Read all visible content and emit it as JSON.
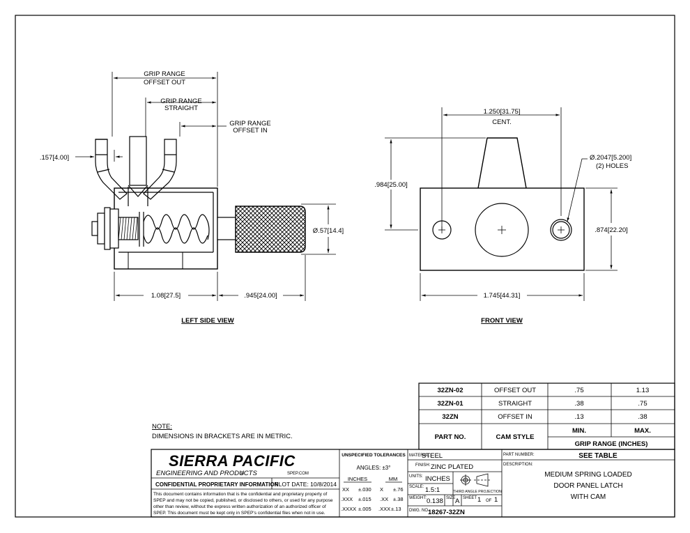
{
  "dimensions": {
    "grip_offset_out": [
      "GRIP RANGE",
      "OFFSET OUT"
    ],
    "grip_straight": [
      "GRIP RANGE",
      "STRAIGHT"
    ],
    "grip_offset_in": [
      "GRIP RANGE",
      "OFFSET IN"
    ],
    "d_157": ".157",
    "d_157_m": "4.00",
    "d_057": "Ø.57",
    "d_057_m": "14.4",
    "d_108": "1.08",
    "d_108_m": "27.5",
    "d_945": ".945",
    "d_945_m": "24.00",
    "d_1250": "1.250",
    "d_1250_m": "31.75",
    "cent": "CENT.",
    "d_984": ".984",
    "d_984_m": "25.00",
    "d_hole": "Ø.2047",
    "d_hole_m": "5.200",
    "holes": "(2) HOLES",
    "d_874": ".874",
    "d_874_m": "22.20",
    "d_1745": "1.745",
    "d_1745_m": "44.31"
  },
  "views": {
    "left": "LEFT SIDE VIEW",
    "front": "FRONT VIEW"
  },
  "note": {
    "title": "NOTE:",
    "text": "DIMENSIONS IN BRACKETS ARE IN METRIC."
  },
  "table": {
    "rows": [
      {
        "part": "32ZN-02",
        "cam": "OFFSET OUT",
        "min": ".75",
        "max": "1.13"
      },
      {
        "part": "32ZN-01",
        "cam": "STRAIGHT",
        "min": ".38",
        "max": ".75"
      },
      {
        "part": "32ZN",
        "cam": "OFFSET IN",
        "min": ".13",
        "max": ".38"
      }
    ],
    "h_part": "PART NO.",
    "h_cam": "CAM STYLE",
    "h_min": "MIN.",
    "h_max": "MAX.",
    "h_grip": "GRIP RANGE (INCHES)"
  },
  "title_block": {
    "company": "SIERRA PACIFIC",
    "company_sub": "ENGINEERING AND PRODUCTS",
    "reg": "®",
    "web": "SPEP.COM",
    "conf": "CONFIDENTIAL PROPRIETARY INFORMATION",
    "plot": "PLOT DATE: 10/8/2014",
    "conf_text": [
      "This document contains information that is the confidential and proprietary property of",
      "SPEP and may not be copied, published, or disclosed to others, or used for any purpose",
      "other than review, without the express written authorization of an authorized officer of",
      "SPEP. This document must be kept only in SPEP's confidential files when not in use."
    ],
    "tol_title": "UNSPECIFIED TOLERANCES",
    "angles": "ANGLES: ±3°",
    "inches": "INCHES",
    "mm": "MM",
    "tol": [
      [
        "XX",
        "±.030",
        "X",
        "±.76"
      ],
      [
        ".XXX",
        "±.015",
        ".XX",
        "±.38"
      ],
      [
        ".XXXX",
        "±.005",
        ".XXX",
        "±.13"
      ]
    ],
    "material_lbl": "MATERIAL:",
    "material": "STEEL",
    "finish_lbl": "FINISH:",
    "finish": "ZINC PLATED",
    "units_lbl": "UNITS:",
    "units": "INCHES",
    "scale_lbl": "SCALE:",
    "scale": "1.5:1",
    "proj": "THIRD ANGLE PROJECTION",
    "weight_lbl": "WEIGHT:",
    "weight": "0.138",
    "size_lbl": "SIZE",
    "size": "A",
    "sheet_lbl": "SHEET",
    "sheet": "1",
    "of_lbl": "OF",
    "of": "1",
    "dwg_lbl": "DWG. NO.",
    "dwg": "18267-32ZN",
    "partnum_lbl": "PART NUMBER:",
    "partnum": "SEE TABLE",
    "desc_lbl": "DESCRIPTION:",
    "desc": [
      "MEDIUM SPRING LOADED",
      "DOOR PANEL LATCH",
      "WITH CAM"
    ]
  }
}
